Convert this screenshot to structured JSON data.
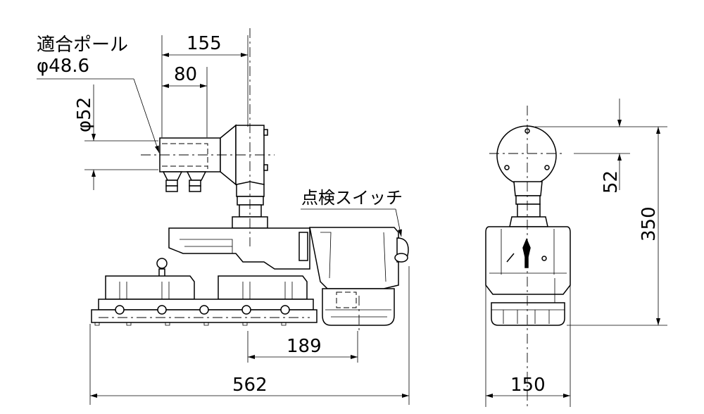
{
  "labels": {
    "pole_title": "適合ポール",
    "pole_diameter": "φ48.6",
    "inspection_switch": "点検スイッチ"
  },
  "dimensions": {
    "d155": "155",
    "d80": "80",
    "phi52": "φ52",
    "d189": "189",
    "d562": "562",
    "d52": "52",
    "d350": "350",
    "d150": "150"
  }
}
